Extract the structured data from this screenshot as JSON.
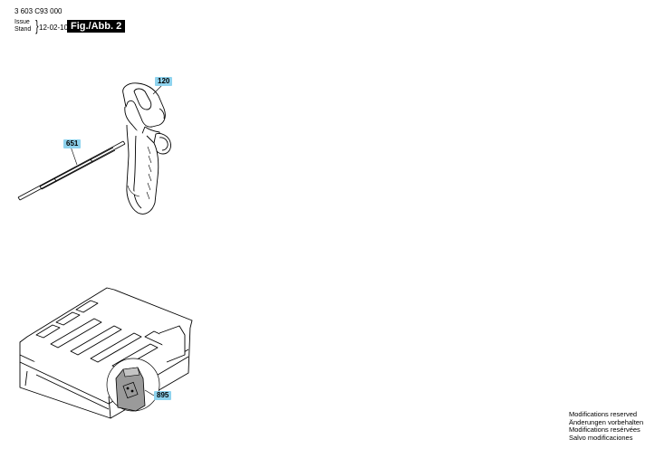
{
  "header": {
    "doc_number": "3 603 C93 000",
    "issue_label": "Issue",
    "stand_label": "Stand",
    "date": "12-02-10",
    "figure": "Fig./Abb. 2"
  },
  "callouts": {
    "handle": "120",
    "depth_rod": "651",
    "case": "895"
  },
  "footer": {
    "lines": [
      "Modifications reserved",
      "Änderungen vorbehalten",
      "Modifications resérvées",
      "Salvo modificaciones"
    ]
  },
  "colors": {
    "callout_fill": "#8fd3ee",
    "badge_fill": "#000000",
    "line": "#000000"
  }
}
